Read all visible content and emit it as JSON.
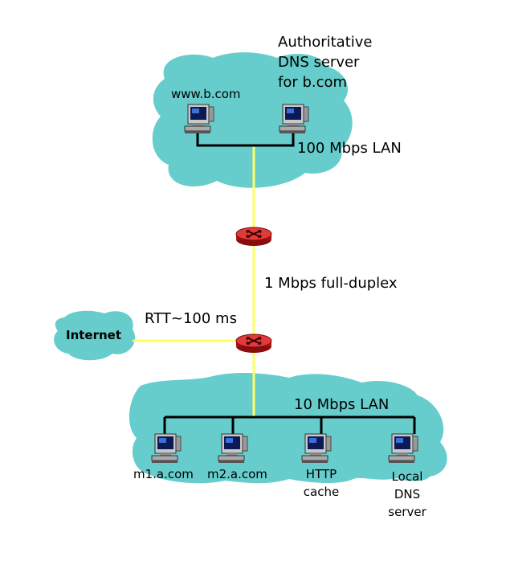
{
  "colors": {
    "cloud": "#66cccc",
    "link": "#ffff66",
    "lan_bus": "#000000",
    "router": "#cc2222"
  },
  "top_network": {
    "server_title": [
      "Authoritative",
      "DNS server",
      "for b.com"
    ],
    "host_label": "www.b.com",
    "lan_label": "100 Mbps LAN"
  },
  "access_link_label": "1 Mbps full-duplex",
  "internet": {
    "label": "Internet",
    "rtt_label": "RTT~100 ms"
  },
  "bottom_network": {
    "lan_label": "10 Mbps LAN",
    "hosts": [
      {
        "lines": [
          "m1.a.com"
        ]
      },
      {
        "lines": [
          "m2.a.com"
        ]
      },
      {
        "lines": [
          "HTTP",
          "cache"
        ]
      },
      {
        "lines": [
          "Local",
          "DNS",
          "server"
        ]
      }
    ]
  }
}
